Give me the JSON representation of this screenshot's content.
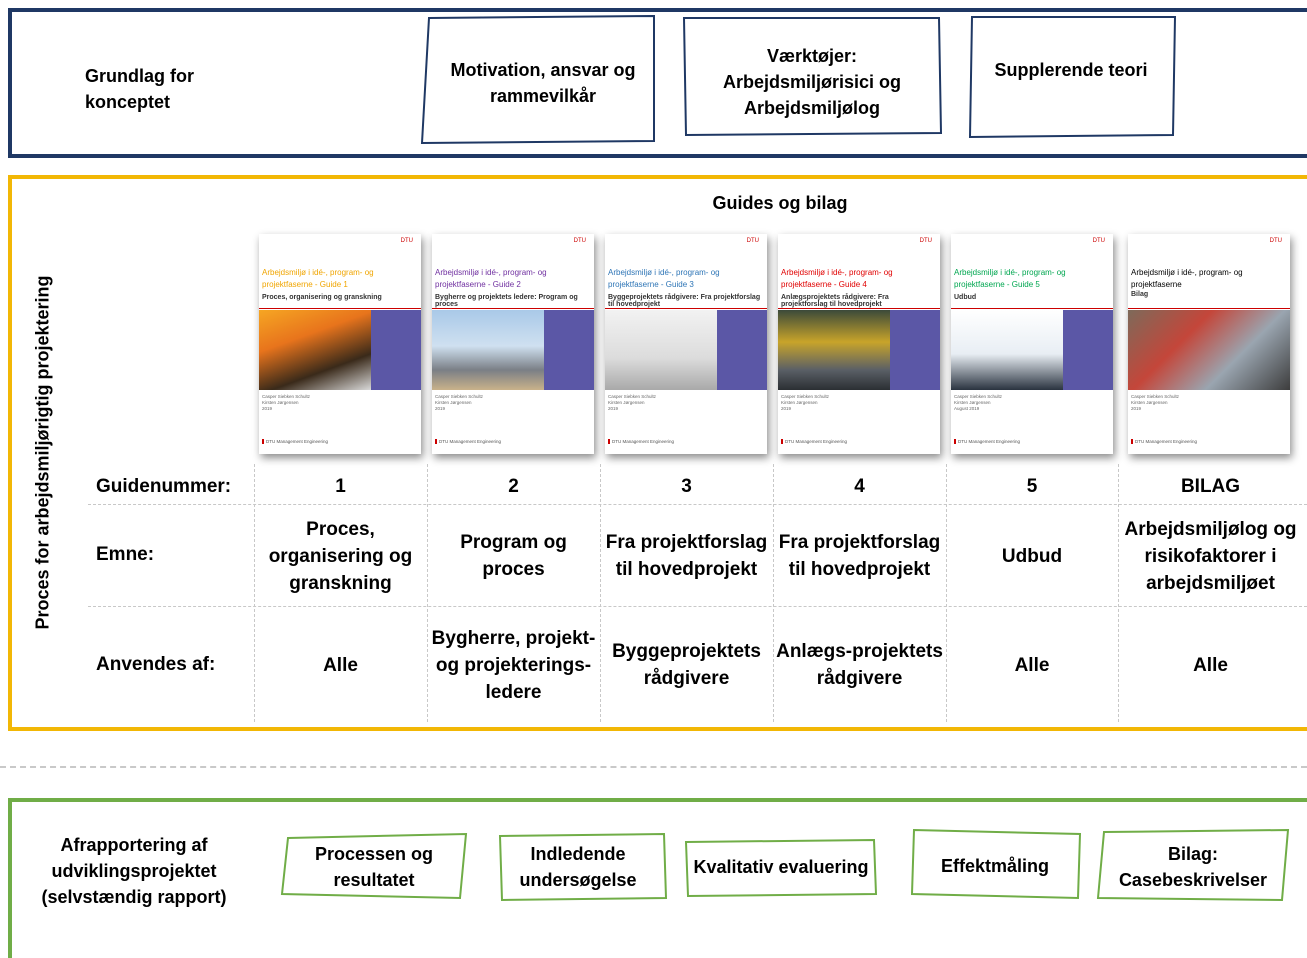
{
  "top": {
    "label": "Grundlag for konceptet",
    "boxes": [
      "Motivation, ansvar og rammevilkår",
      "Værktøjer: Arbejdsmiljørisici og Arbejdsmiljølog",
      "Supplerende teori"
    ]
  },
  "middle": {
    "side_label": "Proces for arbejdsmiljørigtig projektering",
    "heading": "Guides og bilag",
    "covers": [
      {
        "title": "Arbejdsmiljø i idé-, program- og projektfaserne - Guide 1",
        "subtitle": "Proces, organisering og granskning",
        "authors": "Casper Siebken Schultz\nKirsten Jørgensen\n2019",
        "title_color": "#f0a500",
        "image": "construction-helmet-image"
      },
      {
        "title": "Arbejdsmiljø i idé-, program- og projektfaserne - Guide 2",
        "subtitle": "Bygherre og projektets ledere: Program og proces",
        "authors": "Casper Siebken Schultz\nKirsten Jørgensen\n2019",
        "title_color": "#7030a0",
        "image": "building-site-image"
      },
      {
        "title": "Arbejdsmiljø i idé-, program- og projektfaserne - Guide 3",
        "subtitle": "Byggeprojektets rådgivere: Fra projektforslag til hovedprojekt",
        "authors": "Casper Siebken Schultz\nKirsten Jørgensen\n2019",
        "title_color": "#2e75b6",
        "image": "sketch-worker-image"
      },
      {
        "title": "Arbejdsmiljø i idé-, program- og projektfaserne - Guide 4",
        "subtitle": "Anlægsprojektets rådgivere: Fra projektforslag til hovedprojekt",
        "authors": "Casper Siebken Schultz\nKirsten Jørgensen\n2019",
        "title_color": "#e00000",
        "image": "road-worker-image"
      },
      {
        "title": "Arbejdsmiljø i idé-, program- og projektfaserne - Guide 5",
        "subtitle": "Udbud",
        "authors": "Casper Siebken Schultz\nKirsten Jørgensen\nAugust 2019",
        "title_color": "#00a650",
        "image": "engineer-model-image"
      },
      {
        "title": "Arbejdsmiljø i idé-, program- og projektfaserne",
        "subtitle": "Bilag",
        "authors": "Casper Siebken Schultz\nKirsten Jørgensen\n2019",
        "title_color": "#000000",
        "image": "collage-image"
      }
    ],
    "cover_logo": "DTU",
    "cover_footer": "DTU Management Engineering",
    "row_labels": [
      "Guidenummer:",
      "Emne:",
      "Anvendes af:"
    ],
    "columns": [
      {
        "number": "1",
        "topic": "Proces, organisering og granskning",
        "used_by": "Alle"
      },
      {
        "number": "2",
        "topic": "Program og proces",
        "used_by": "Bygherre, projekt- og projekterings-ledere"
      },
      {
        "number": "3",
        "topic": "Fra projektforslag til hovedprojekt",
        "used_by": "Byggeprojektets rådgivere"
      },
      {
        "number": "4",
        "topic": "Fra projektforslag til hovedprojekt",
        "used_by": "Anlægs-projektets rådgivere"
      },
      {
        "number": "5",
        "topic": "Udbud",
        "used_by": "Alle"
      },
      {
        "number": "BILAG",
        "topic": "Arbejdsmiljølog og risikofaktorer i arbejdsmiljøet",
        "used_by": "Alle"
      }
    ]
  },
  "bottom": {
    "label": "Afrapportering af udviklingsprojektet (selvstændig rapport)",
    "boxes": [
      "Processen og resultatet",
      "Indledende undersøgelse",
      "Kvalitativ evaluering",
      "Effektmåling",
      "Bilag: Casebeskrivelser"
    ]
  },
  "colors": {
    "top_frame": "#1f3864",
    "middle_frame": "#f2b705",
    "bottom_frame": "#70ad47",
    "cover_accent": "#5b57a6"
  }
}
